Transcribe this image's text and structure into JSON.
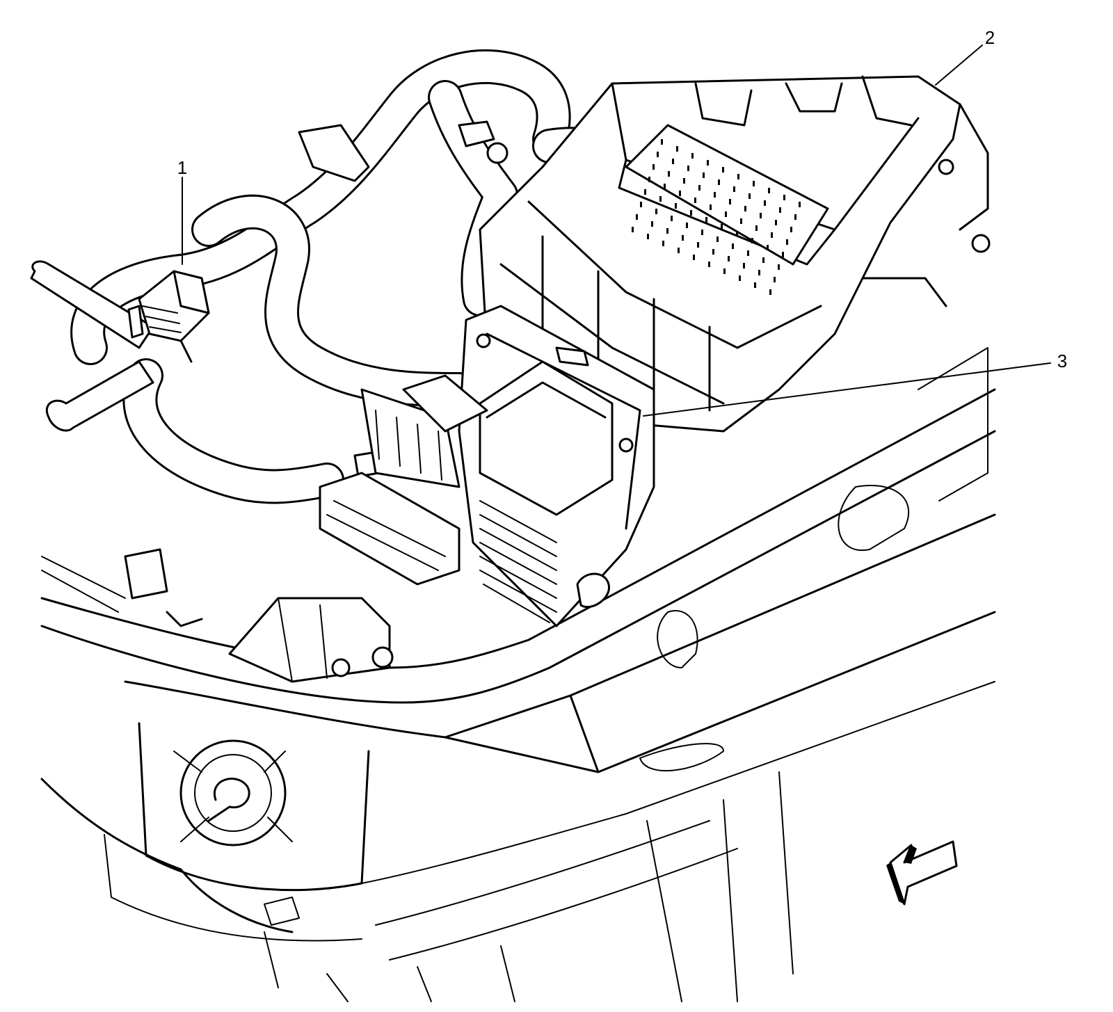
{
  "callouts": [
    {
      "id": "1",
      "label": "1"
    },
    {
      "id": "2",
      "label": "2"
    },
    {
      "id": "3",
      "label": "3"
    }
  ],
  "view_arrow_icon": "forward-direction-arrow-icon",
  "colors": {
    "line": "#000000",
    "background": "#ffffff"
  }
}
